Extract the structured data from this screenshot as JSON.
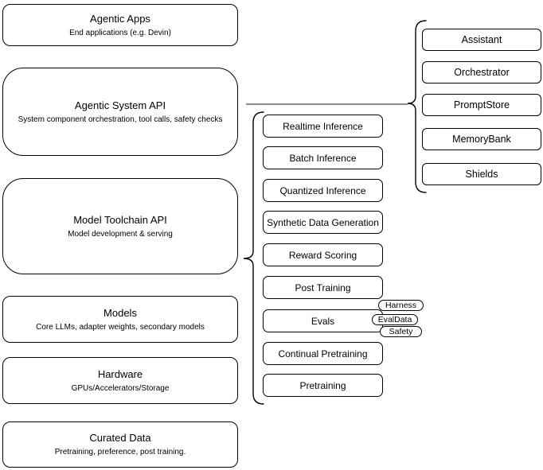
{
  "left_nodes": [
    {
      "title": "Agentic Apps",
      "subtitle": "End applications (e.g. Devin)"
    },
    {
      "title": "Agentic System API",
      "subtitle": "System component orchestration, tool calls, safety checks"
    },
    {
      "title": "Model Toolchain API",
      "subtitle": "Model development & serving"
    },
    {
      "title": "Models",
      "subtitle": "Core LLMs, adapter weights, secondary models"
    },
    {
      "title": "Hardware",
      "subtitle": "GPUs/Accelerators/Storage"
    },
    {
      "title": "Curated Data",
      "subtitle": "Pretraining, preference, post training."
    }
  ],
  "services": [
    "Realtime Inference",
    "Batch Inference",
    "Quantized Inference",
    "Synthetic Data Generation",
    "Reward Scoring",
    "Post Training",
    "Evals",
    "Continual Pretraining",
    "Pretraining"
  ],
  "eval_tags": [
    "Harness",
    "EvalData",
    "Safety"
  ],
  "components": [
    "Assistant",
    "Orchestrator",
    "PromptStore",
    "MemoryBank",
    "Shields"
  ],
  "colors": {
    "border": "#000000",
    "background": "#ffffff",
    "connector": "#8f8f8f"
  }
}
